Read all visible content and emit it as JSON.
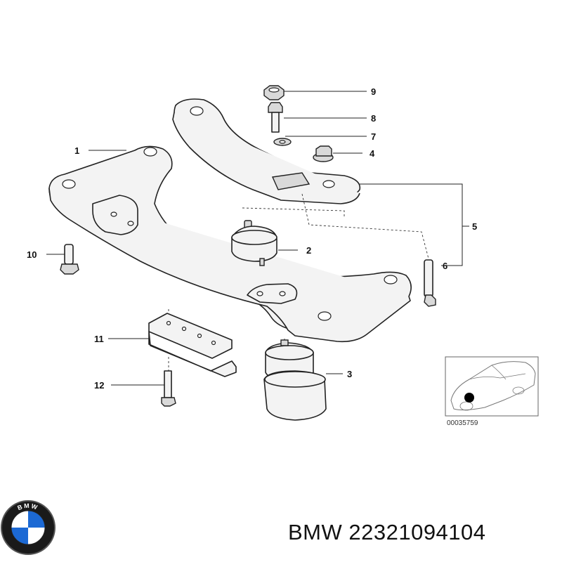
{
  "callouts": [
    {
      "label": "1"
    },
    {
      "label": "2"
    },
    {
      "label": "3"
    },
    {
      "label": "4"
    },
    {
      "label": "5"
    },
    {
      "label": "6"
    },
    {
      "label": "7"
    },
    {
      "label": "8"
    },
    {
      "label": "9"
    },
    {
      "label": "10"
    },
    {
      "label": "11"
    },
    {
      "label": "12"
    }
  ],
  "inset": {
    "code": "00035759"
  },
  "brand": {
    "logo_text": "BMW",
    "logo_colors": [
      "#1c69d4",
      "#ffffff",
      "#000000"
    ]
  },
  "part_number": "BMW 22321094104"
}
